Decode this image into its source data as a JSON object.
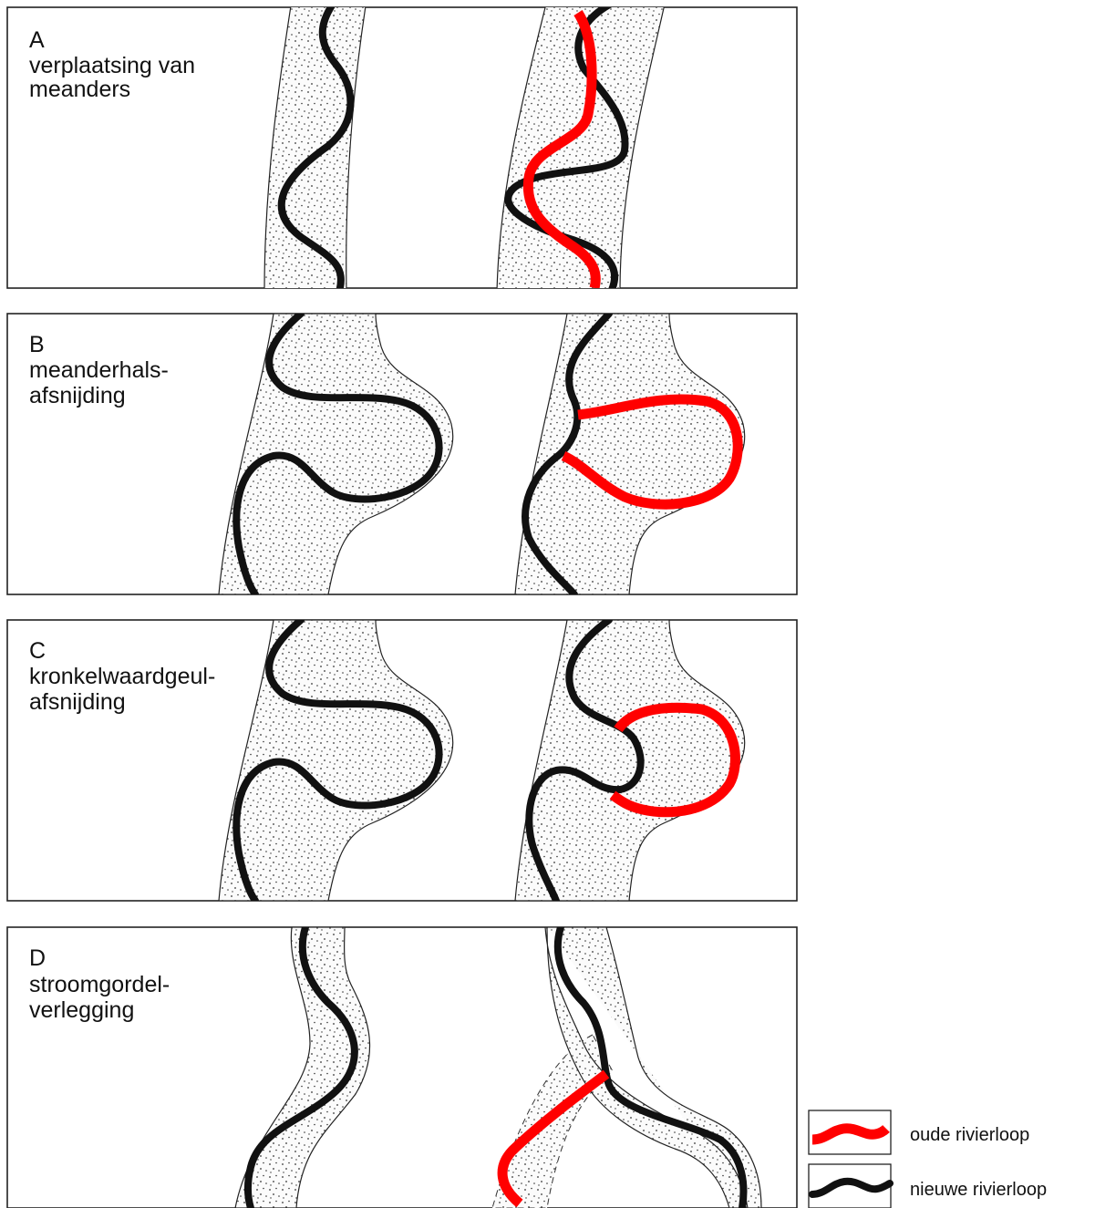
{
  "panels": [
    {
      "letter": "A",
      "title_lines": [
        "verplaatsing van",
        "meanders"
      ]
    },
    {
      "letter": "B",
      "title_lines": [
        "meanderhals-",
        "afsnijding"
      ]
    },
    {
      "letter": "C",
      "title_lines": [
        "kronkelwaardgeul-",
        "afsnijding"
      ]
    },
    {
      "letter": "D",
      "title_lines": [
        "stroomgordel-",
        "verlegging"
      ]
    }
  ],
  "legend": {
    "old_label": "oude rivierloop",
    "new_label": "nieuwe rivierloop",
    "old_color": "#ff0000",
    "new_color": "#111111"
  }
}
